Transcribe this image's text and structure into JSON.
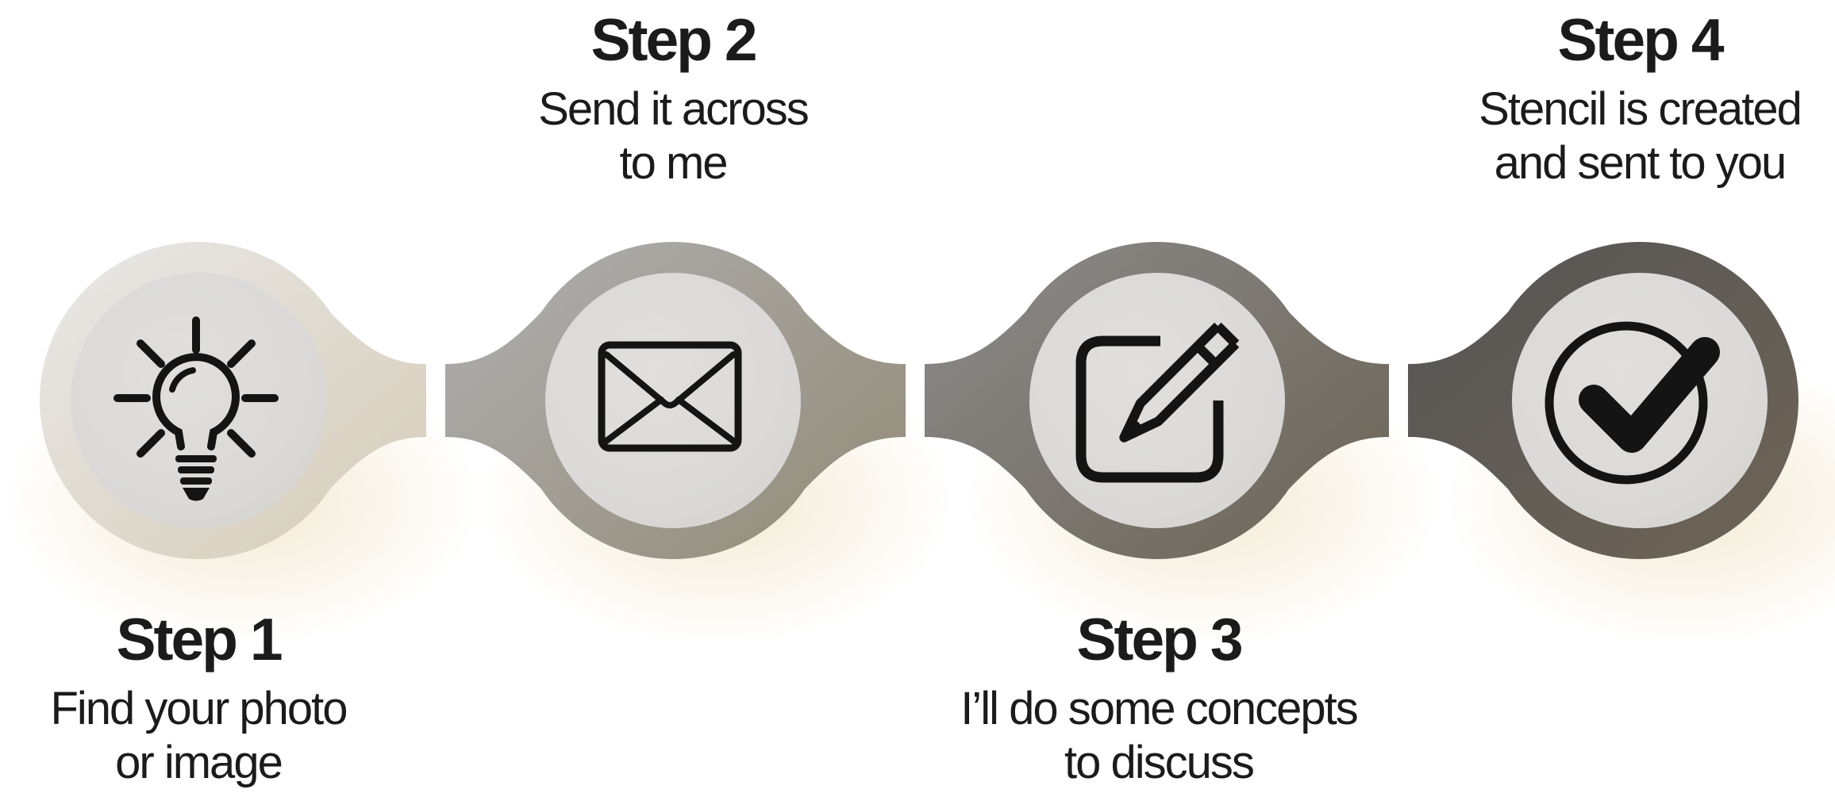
{
  "figure": {
    "type": "process-steps-infographic",
    "background": "#ffffff",
    "step_count": 4
  },
  "colors": {
    "text": "#1b1b1b",
    "icon": "#141414",
    "inner_circle_center": "#e0dfdd",
    "inner_circle_mid": "#dad9d7",
    "inner_circle_edge": "#d2d0ca",
    "glow": "#f0e3c6"
  },
  "steps": [
    {
      "title": "Step 1",
      "description_line1": "Find your photo",
      "description_line2": "or image",
      "icon": "lightbulb-icon",
      "label_position": "below",
      "ring_color_top": "#e8e6e4",
      "ring_color_bottom": "#d8d0be"
    },
    {
      "title": "Step 2",
      "description_line1": "Send it across",
      "description_line2": "to me",
      "icon": "envelope-icon",
      "label_position": "above",
      "ring_color_top": "#abaaa8",
      "ring_color_bottom": "#968f7e"
    },
    {
      "title": "Step 3",
      "description_line1": "I’ll do some concepts",
      "description_line2": "to discuss",
      "icon": "edit-pencil-icon",
      "label_position": "below",
      "ring_color_top": "#878583",
      "ring_color_bottom": "#6f685c"
    },
    {
      "title": "Step 4",
      "description_line1": "Stencil is created",
      "description_line2": "and sent to you",
      "icon": "check-circle-icon",
      "label_position": "above",
      "ring_color_top": "#595755",
      "ring_color_bottom": "#6e6457"
    }
  ]
}
